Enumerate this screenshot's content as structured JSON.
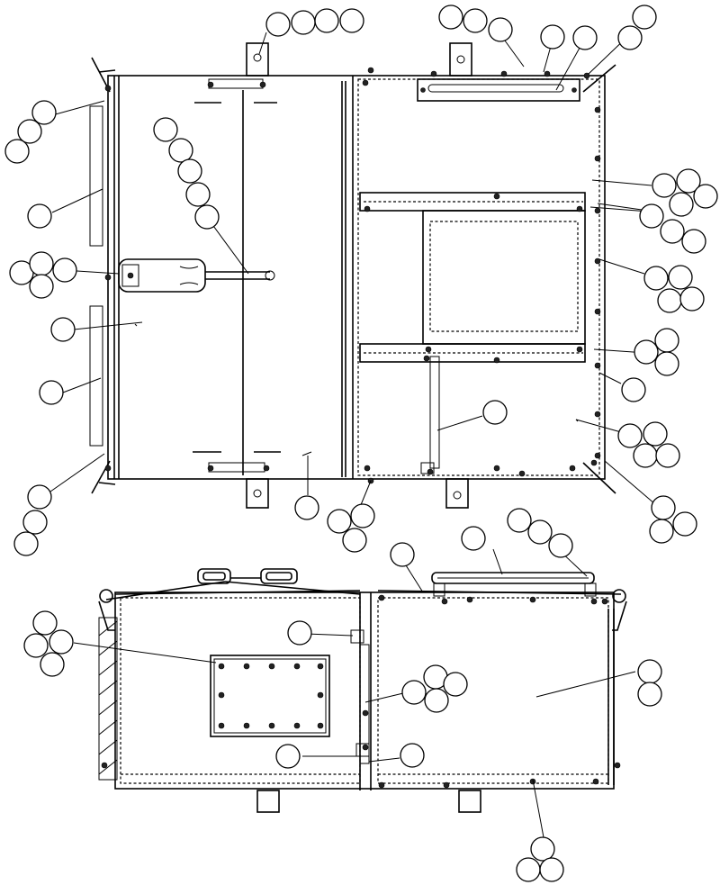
{
  "diagram": {
    "style": "line-drawing",
    "line_color": "#000000",
    "background": "#ffffff",
    "callout_bubbles": "blank",
    "views": [
      "top-view",
      "side-view"
    ]
  }
}
